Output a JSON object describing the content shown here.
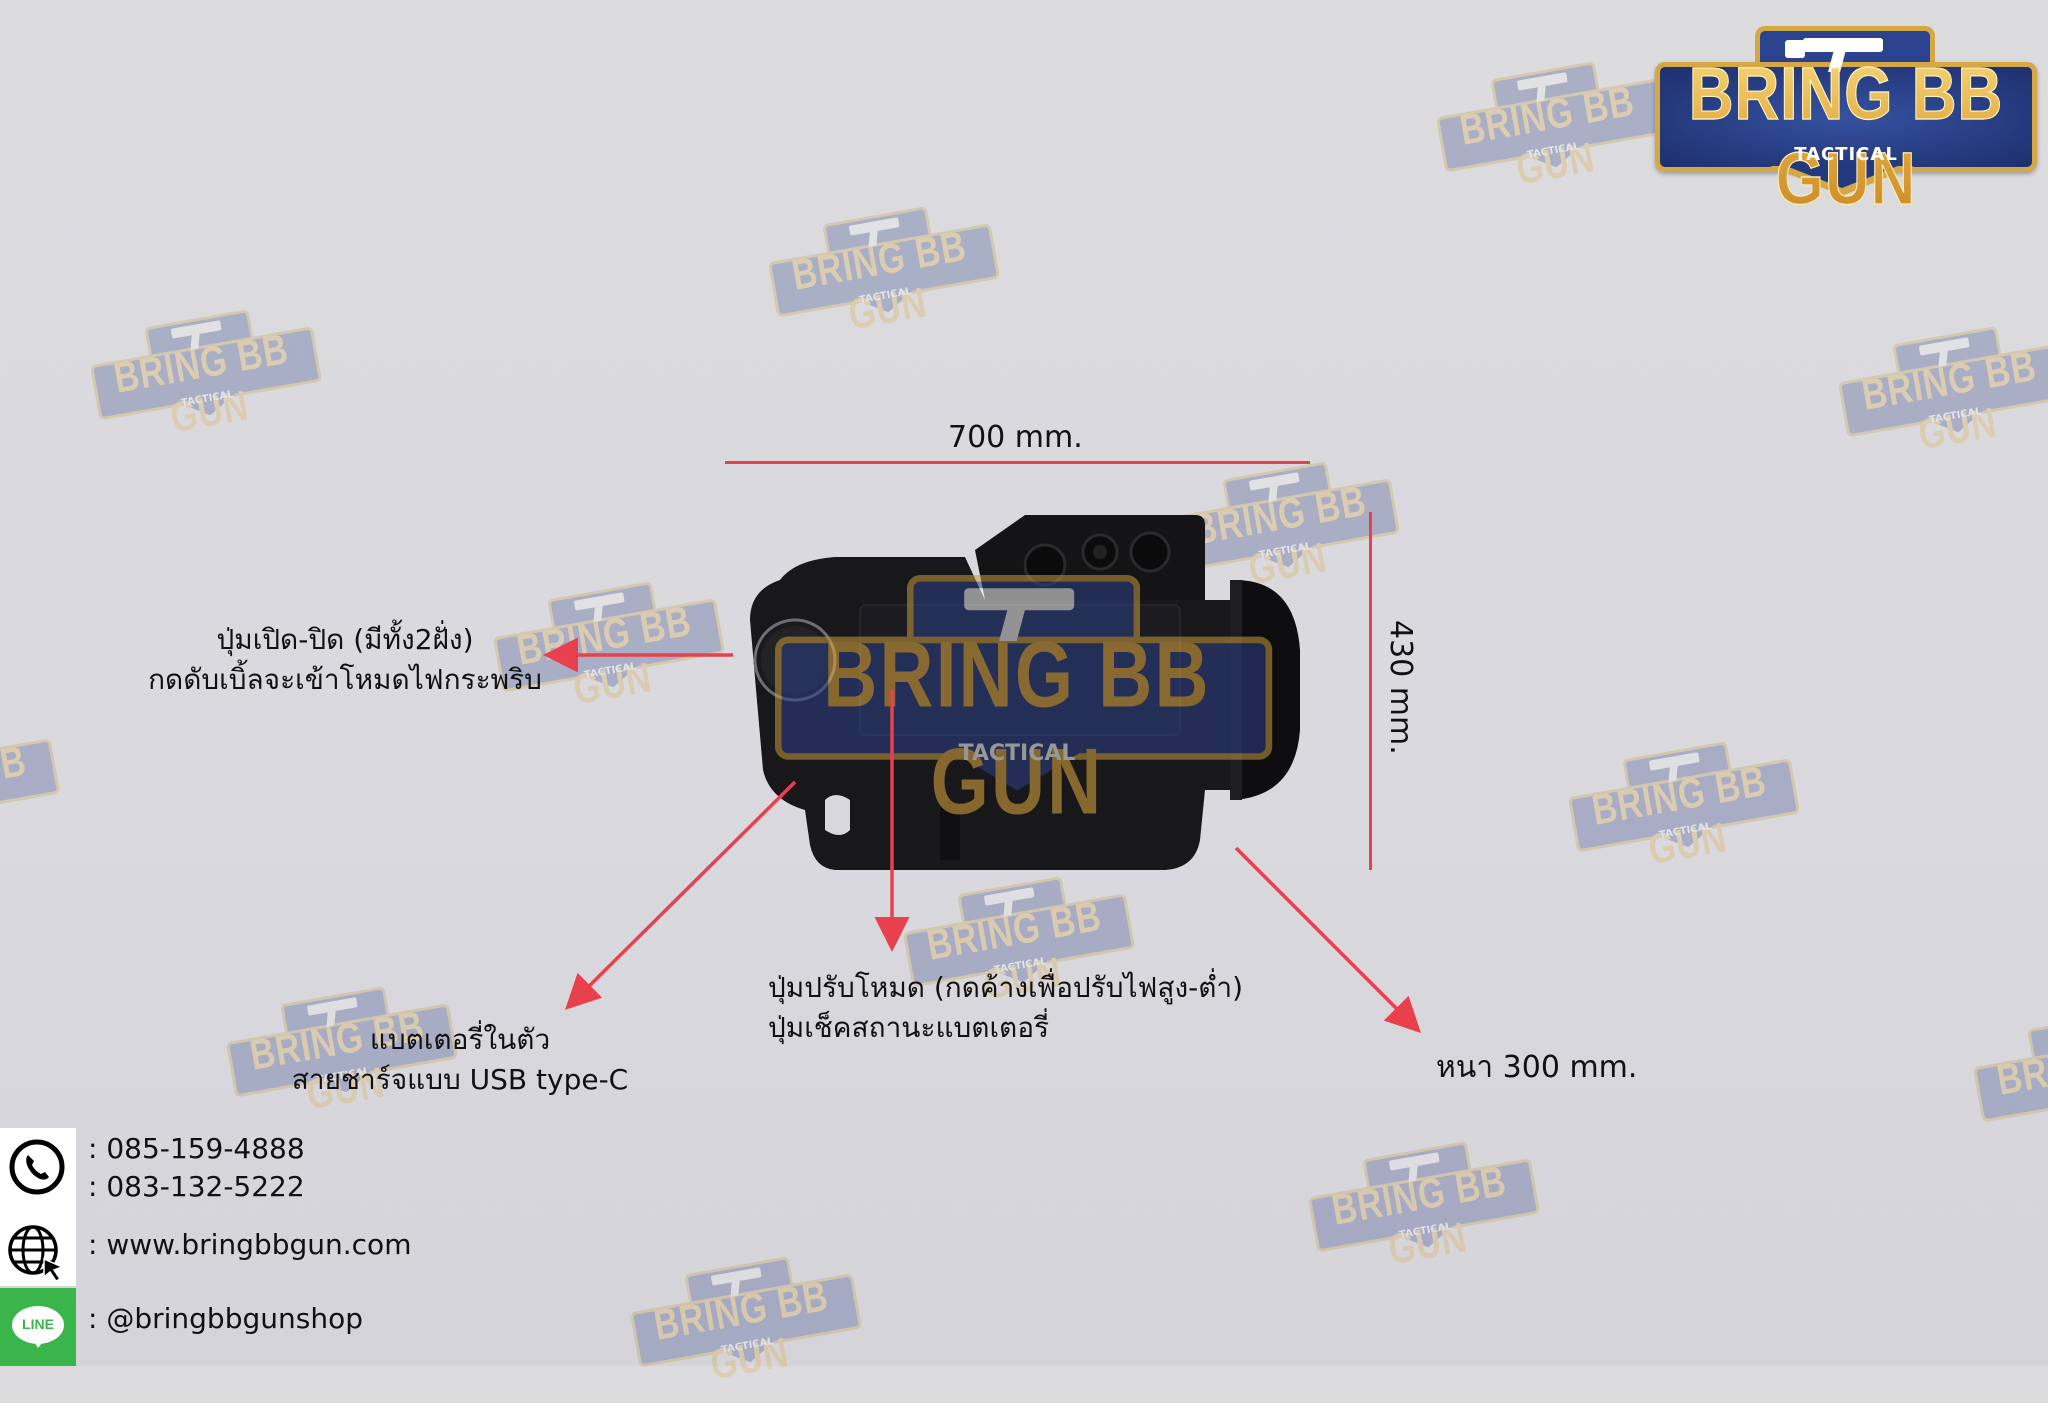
{
  "brand": {
    "name": "BRING BB GUN",
    "tagline": "TACTICAL",
    "colors": {
      "navy": "#2c4390",
      "gold": "#d5a745",
      "arrow_red": "#e8404d",
      "line_green": "#3ab54a",
      "background": "#dcdcdf"
    }
  },
  "dimensions": {
    "width": "700 mm.",
    "height": "430 mm.",
    "thickness": "หนา 300 mm."
  },
  "callouts": {
    "power_button": {
      "line1": "ปุ่มเปิด-ปิด (มีทั้ง2ฝั่ง)",
      "line2": "กดดับเบิ้ลจะเข้าโหมดไฟกระพริบ"
    },
    "battery": {
      "line1": "แบตเตอรี่ในตัว",
      "line2": "สายชาร์จแบบ USB type-C"
    },
    "mode_button": {
      "line1": "ปุ่มปรับโหมด (กดค้างเพื่อปรับไฟสูง-ต่ำ)",
      "line2": "ปุ่มเช็คสถานะแบตเตอรี่"
    }
  },
  "contact": {
    "phone_icon": "phone-icon",
    "phones": [
      ": 085-159-4888",
      ": 083-132-5222"
    ],
    "web_icon": "globe-cursor-icon",
    "website": ": www.bringbbgun.com",
    "line_icon": "line-app-icon",
    "line_icon_label": "LINE",
    "line_id": ": @bringbbgunshop"
  }
}
